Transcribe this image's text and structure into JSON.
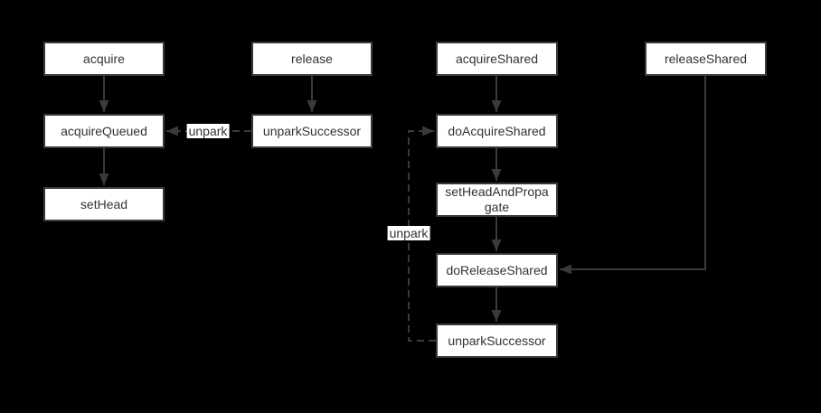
{
  "diagram": {
    "description": "Flowchart of AbstractQueuedSynchronizer acquire/release method call chains",
    "colors": {
      "background": "#000000",
      "node_fill": "#ffffff",
      "node_border": "#3a3a3a",
      "node_text": "#333333",
      "edge_line": "#3a3a3a",
      "edge_label_bg": "#ffffff"
    },
    "nodes": [
      {
        "id": "acquire",
        "label": "acquire"
      },
      {
        "id": "release",
        "label": "release"
      },
      {
        "id": "acquireShared",
        "label": "acquireShared"
      },
      {
        "id": "releaseShared",
        "label": "releaseShared"
      },
      {
        "id": "acquireQueued",
        "label": "acquireQueued"
      },
      {
        "id": "unparkSuccessor",
        "label": "unparkSuccessor"
      },
      {
        "id": "doAcquireShared",
        "label": "doAcquireShared"
      },
      {
        "id": "setHead",
        "label": "setHead"
      },
      {
        "id": "setHeadAndPropagate",
        "label": "setHeadAndPropagate"
      },
      {
        "id": "doReleaseShared",
        "label": "doReleaseShared"
      },
      {
        "id": "unparkSuccessor2",
        "label": "unparkSuccessor"
      }
    ],
    "edges": [
      {
        "from": "acquire",
        "to": "acquireQueued",
        "style": "solid",
        "label": ""
      },
      {
        "from": "acquireQueued",
        "to": "setHead",
        "style": "solid",
        "label": ""
      },
      {
        "from": "release",
        "to": "unparkSuccessor",
        "style": "solid",
        "label": ""
      },
      {
        "from": "unparkSuccessor",
        "to": "acquireQueued",
        "style": "dashed",
        "label": "unpark"
      },
      {
        "from": "acquireShared",
        "to": "doAcquireShared",
        "style": "solid",
        "label": ""
      },
      {
        "from": "doAcquireShared",
        "to": "setHeadAndPropagate",
        "style": "solid",
        "label": ""
      },
      {
        "from": "setHeadAndPropagate",
        "to": "doReleaseShared",
        "style": "solid",
        "label": ""
      },
      {
        "from": "doReleaseShared",
        "to": "unparkSuccessor2",
        "style": "solid",
        "label": ""
      },
      {
        "from": "releaseShared",
        "to": "doReleaseShared",
        "style": "solid",
        "label": ""
      },
      {
        "from": "unparkSuccessor2",
        "to": "doAcquireShared",
        "style": "dashed",
        "label": "unpark"
      }
    ],
    "edge_labels": [
      {
        "text": "unpark"
      },
      {
        "text": "unpark"
      }
    ]
  }
}
